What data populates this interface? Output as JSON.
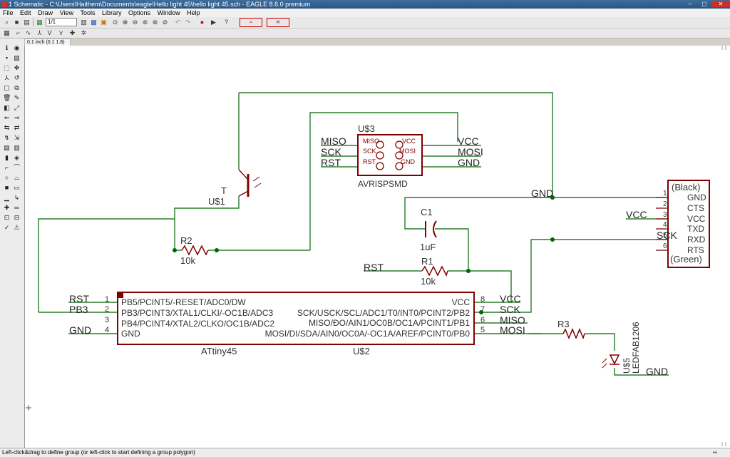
{
  "window": {
    "title": "1 Schematic - C:\\Users\\Haithem\\Documents\\eagle\\Hello light 45\\hello light 45.sch - EAGLE 8.6.0 premium",
    "controls": [
      "–",
      "▢",
      "✕"
    ]
  },
  "menu": [
    "File",
    "Edit",
    "Draw",
    "View",
    "Tools",
    "Library",
    "Options",
    "Window",
    "Help"
  ],
  "toolbar": {
    "sheet_value": "1/1"
  },
  "coords": "0.1 inch (0.1 1.8)",
  "status": "Left-click&drag to define group (or left-click to start defining a group polygon)",
  "schematic": {
    "u3": {
      "name": "U$3",
      "value": "AVRISPSMD",
      "pin_labels": [
        "MISO",
        "VCC",
        "SCK",
        "MOSI",
        "RST",
        "GND"
      ]
    },
    "u3_nets": {
      "left": [
        "MISO",
        "SCK",
        "RST"
      ],
      "right": [
        "VCC",
        "MOSI",
        "GND"
      ]
    },
    "u1": {
      "name": "U$1",
      "letter": "T"
    },
    "r2": {
      "name": "R2",
      "value": "10k"
    },
    "r1": {
      "name": "R1",
      "value": "10k"
    },
    "r3": {
      "name": "R3"
    },
    "c1": {
      "name": "C1",
      "value": "1uF"
    },
    "rst_net": "RST",
    "ftdi": {
      "top": "(Black)",
      "bottom": "(Green)",
      "pin_numbers": [
        "1",
        "2",
        "3",
        "4",
        "5",
        "6"
      ],
      "pin_names": [
        "GND",
        "CTS",
        "VCC",
        "TXD",
        "RXD",
        "RTS"
      ],
      "gnd_net": "GND",
      "vcc_net": "VCC",
      "sck_net": "SCK"
    },
    "attiny": {
      "name": "U$2",
      "value": "ATtiny45",
      "left_pins": [
        {
          "num": "1",
          "name": "PB5/PCINT5/-RESET/ADC0/DW",
          "net": "RST"
        },
        {
          "num": "2",
          "name": "PB3/PCINT3/XTAL1/CLKI/-OC1B/ADC3",
          "net": "PB3"
        },
        {
          "num": "3",
          "name": "PB4/PCINT4/XTAL2/CLKO/OC1B/ADC2",
          "net": ""
        },
        {
          "num": "4",
          "name": "GND",
          "net": "GND"
        }
      ],
      "right_pins": [
        {
          "num": "8",
          "name": "VCC",
          "net": "VCC"
        },
        {
          "num": "7",
          "name": "SCK/USCK/SCL/ADC1/T0/INT0/PCINT2/PB2",
          "net": "SCK"
        },
        {
          "num": "6",
          "name": "MISO/ĐO/AIN1/OC0B/OC1A/PCINT1/PB1",
          "net": "MISO"
        },
        {
          "num": "5",
          "name": "MOSI/DI/SDA/AIN0/OC0A/-OC1A/AREF/PCINT0/PB0",
          "net": "MOSI"
        }
      ]
    },
    "led": {
      "name": "U$5",
      "value": "LEDFAB1206",
      "net": "GND"
    }
  },
  "colors": {
    "wire": "#006400",
    "symbol": "#800000",
    "junction": "#006400",
    "pin": "#808080"
  }
}
